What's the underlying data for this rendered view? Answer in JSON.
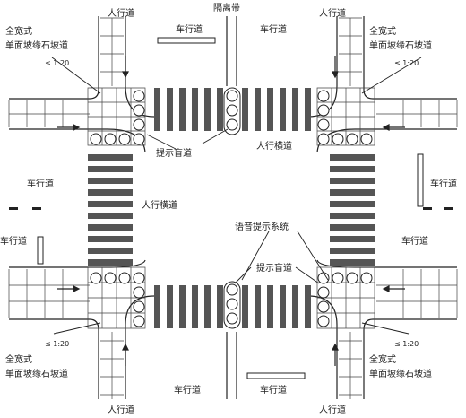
{
  "diagram": {
    "labels": {
      "median": "隔离带",
      "sidewalk_top_left": "人行道",
      "sidewalk_top_right": "人行道",
      "sidewalk_bottom_left": "人行道",
      "sidewalk_bottom_right": "人行道",
      "roadway_top_left": "车行道",
      "roadway_top_right": "车行道",
      "roadway_left_upper": "车行道",
      "roadway_left_lower": "车行道",
      "roadway_right_upper": "车行道",
      "roadway_right_lower": "车行道",
      "roadway_bottom_left": "车行道",
      "roadway_bottom_right": "车行道",
      "crosswalk_right": "人行横道",
      "crosswalk_left": "人行横道",
      "tactile_top": "提示盲道",
      "tactile_bottom": "提示盲道",
      "voice_system": "语音提示系统",
      "ramp_tl_1": "全宽式",
      "ramp_tl_2": "单面坡缘石坡道",
      "ramp_tr_1": "全宽式",
      "ramp_tr_2": "单面坡缘石坡道",
      "ramp_bl_1": "全宽式",
      "ramp_bl_2": "单面坡缘石坡道",
      "ramp_br_1": "全宽式",
      "ramp_br_2": "单面坡缘石坡道",
      "slope_tl": "≤ 1:20",
      "slope_tr": "≤ 1:20",
      "slope_bl": "≤ 1:20",
      "slope_br": "≤ 1:20"
    },
    "colors": {
      "line": "#222222",
      "zebra": "#555555",
      "background": "#ffffff"
    }
  }
}
